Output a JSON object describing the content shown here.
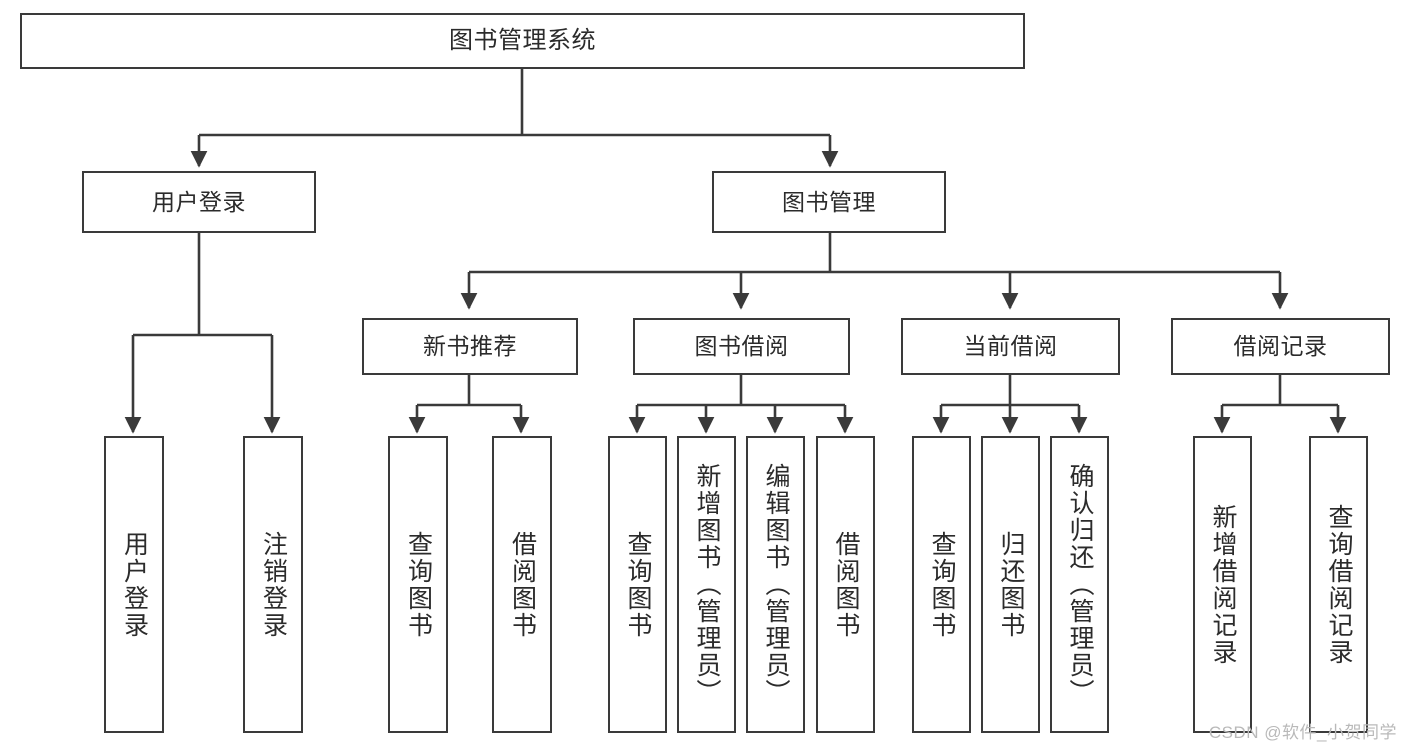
{
  "diagram": {
    "title": "图书管理系统",
    "type": "tree-hierarchy-chart",
    "root": {
      "label": "图书管理系统"
    },
    "level2": [
      {
        "label": "用户登录"
      },
      {
        "label": "图书管理"
      }
    ],
    "level3": [
      {
        "label": "新书推荐"
      },
      {
        "label": "图书借阅"
      },
      {
        "label": "当前借阅"
      },
      {
        "label": "借阅记录"
      }
    ],
    "leaves": {
      "user_login": [
        {
          "label": "用户登录"
        },
        {
          "label": "注销登录"
        }
      ],
      "new_book_recommend": [
        {
          "label": "查询图书"
        },
        {
          "label": "借阅图书"
        }
      ],
      "book_borrow": [
        {
          "label": "查询图书"
        },
        {
          "label": "新增图书（管理员）"
        },
        {
          "label": "编辑图书（管理员）"
        },
        {
          "label": "借阅图书"
        }
      ],
      "current_borrow": [
        {
          "label": "查询图书"
        },
        {
          "label": "归还图书"
        },
        {
          "label": "确认归还（管理员）"
        }
      ],
      "borrow_record": [
        {
          "label": "新增借阅记录"
        },
        {
          "label": "查询借阅记录"
        }
      ]
    }
  },
  "watermark": {
    "text": "CSDN @软件_小贺同学"
  },
  "colors": {
    "box_border": "#3a3a3a",
    "box_fill": "#ffffff",
    "connector": "#3a3a3a",
    "text": "#2b2b2b",
    "watermark": "#b9b9b9"
  }
}
